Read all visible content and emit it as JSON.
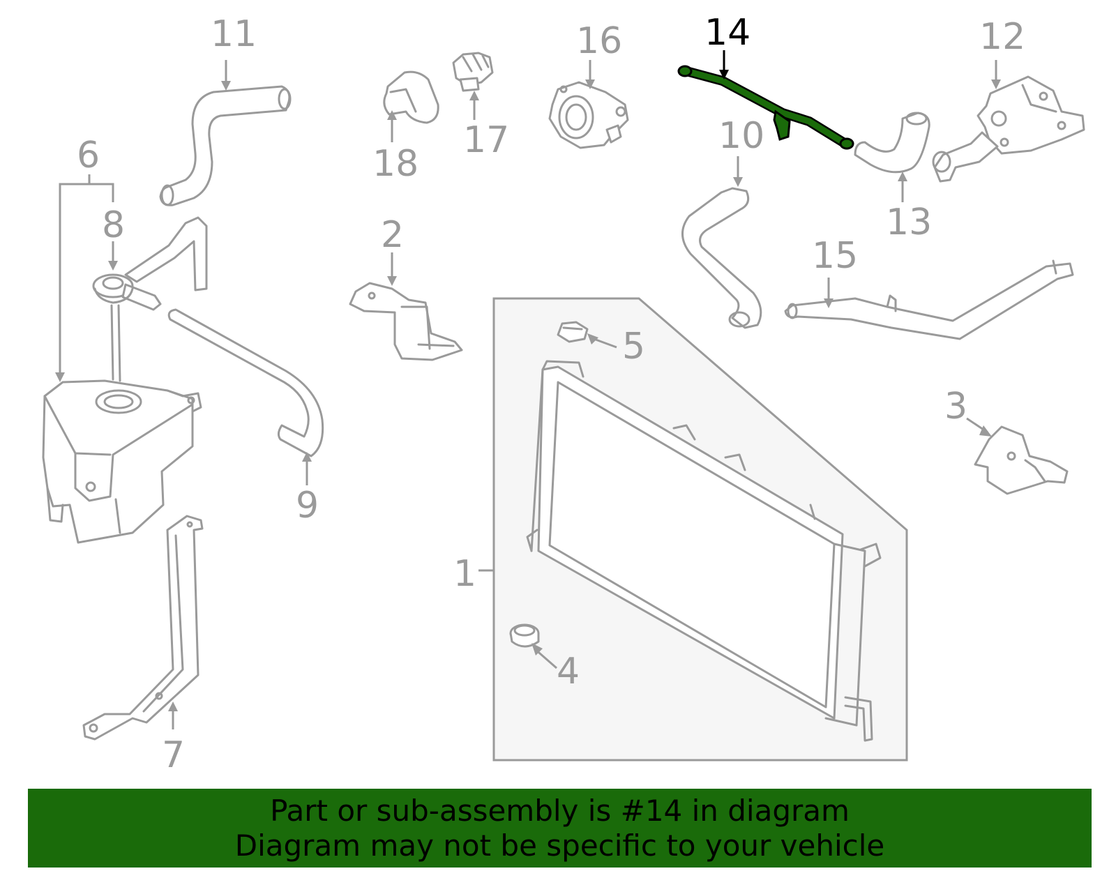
{
  "callouts": {
    "c1": "1",
    "c2": "2",
    "c3": "3",
    "c4": "4",
    "c5": "5",
    "c6": "6",
    "c7": "7",
    "c8": "8",
    "c9": "9",
    "c10": "10",
    "c11": "11",
    "c12": "12",
    "c13": "13",
    "c14": "14",
    "c15": "15",
    "c16": "16",
    "c17": "17",
    "c18": "18"
  },
  "highlighted_part": "14",
  "colors": {
    "highlight": "#1a6b0a",
    "outline": "#9a9a9a",
    "banner": "#1a6b0a",
    "active_label": "#000000"
  },
  "banner": {
    "line1": "Part or sub-assembly is #14 in diagram",
    "line2": "Diagram may not be specific to your vehicle"
  }
}
